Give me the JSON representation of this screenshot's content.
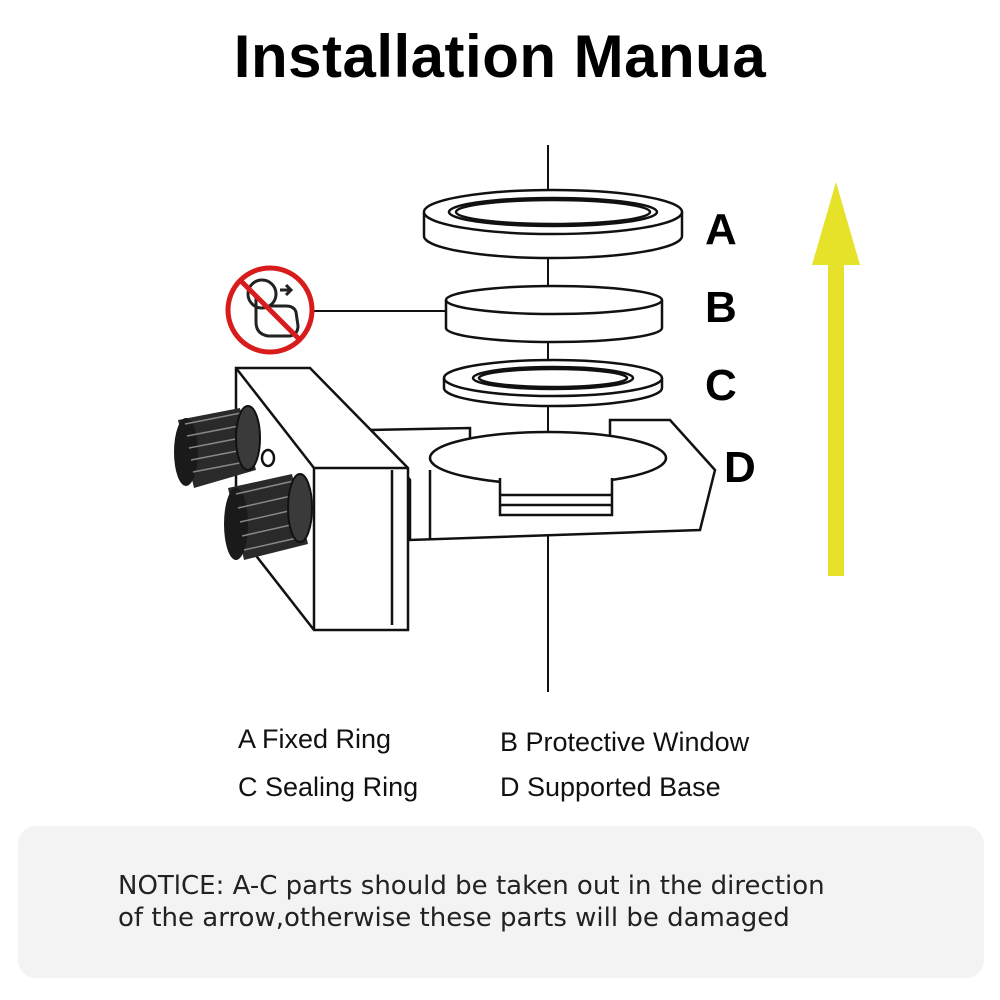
{
  "title": "Installation Manua",
  "parts": {
    "a": "A",
    "b": "B",
    "c": "C",
    "d": "D"
  },
  "legend": {
    "a": "A Fixed Ring",
    "b": "B Protective Window",
    "c": "C Sealing Ring",
    "d": "D Supported Base"
  },
  "notice": {
    "line1": "NOTlCE: A-C parts should be taken out in the direction",
    "line2": "of the arrow,otherwise these parts will be damaged"
  },
  "icons": {
    "warning": "no-touch-icon",
    "direction": "up-arrow-icon"
  },
  "colors": {
    "arrow": "#e6e22a",
    "prohibition": "#d81b1b",
    "notice_bg": "#f3f3f4"
  }
}
